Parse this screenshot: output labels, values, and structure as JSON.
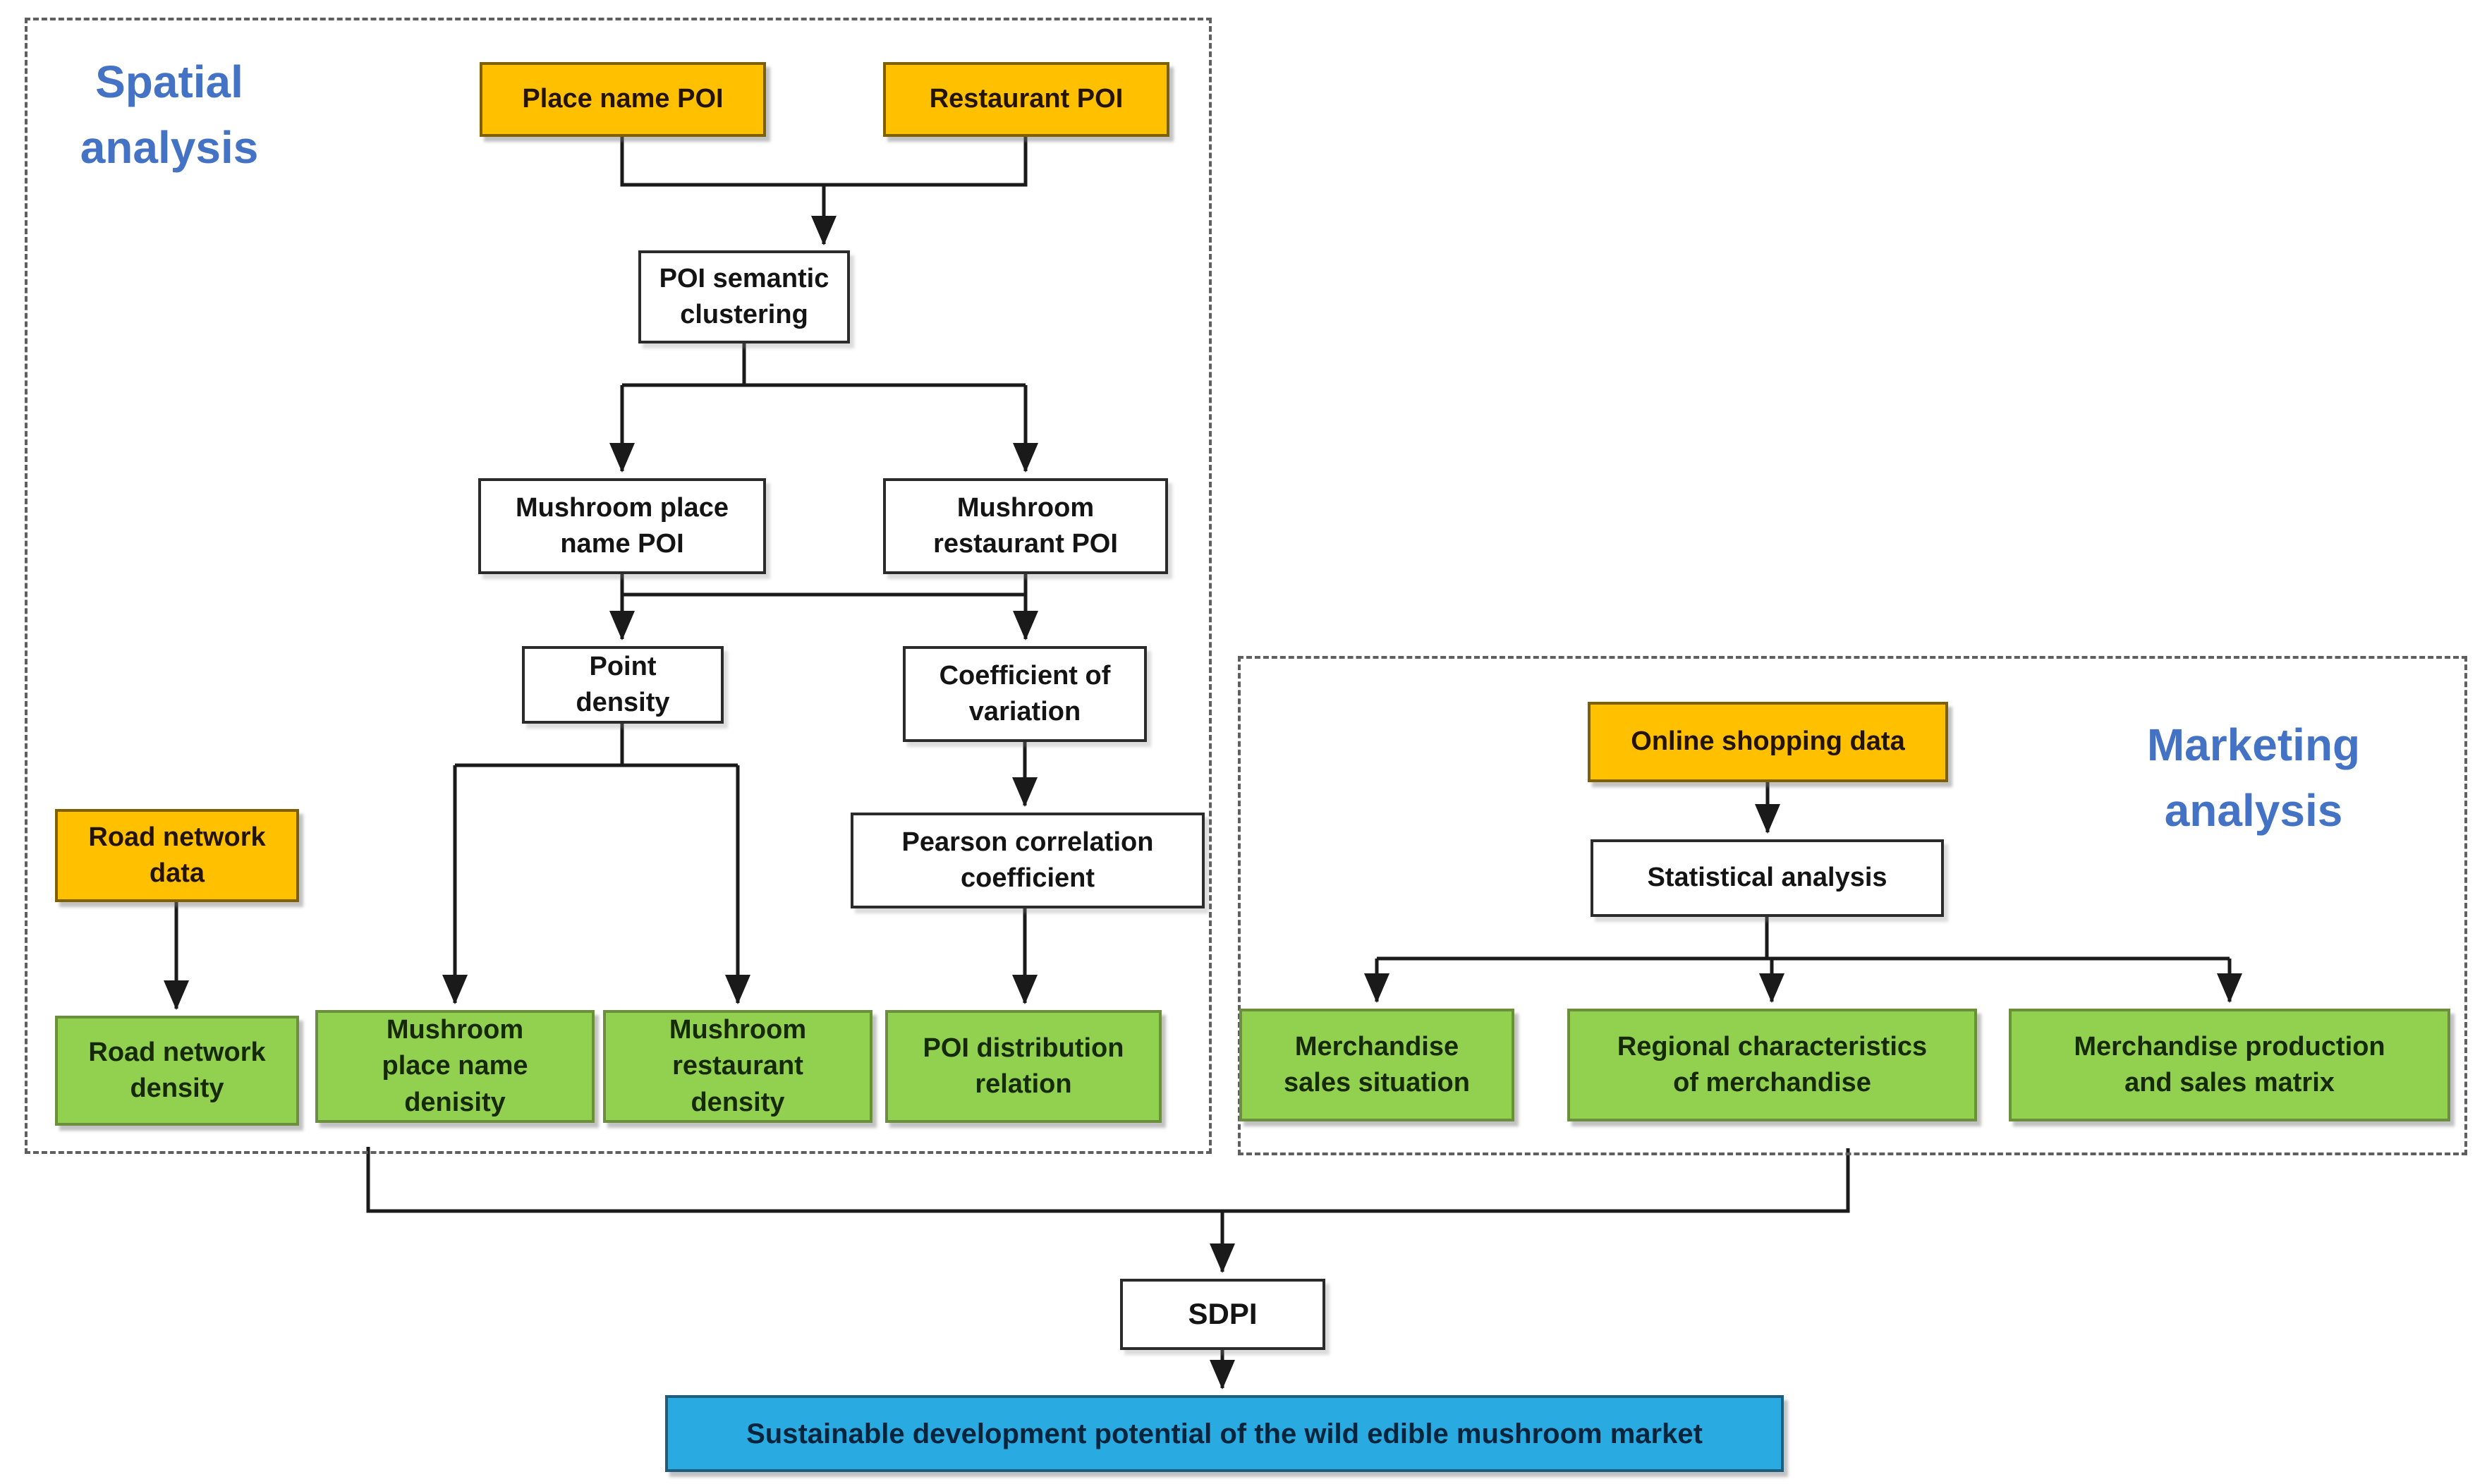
{
  "regions": {
    "spatial": {
      "label": "Spatial\nanalysis"
    },
    "marketing": {
      "label": "Marketing\nanalysis"
    }
  },
  "nodes": {
    "place_name_poi": {
      "label": "Place name POI"
    },
    "restaurant_poi": {
      "label": "Restaurant POI"
    },
    "poi_semantic_clustering": {
      "label": "POI semantic\nclustering"
    },
    "mushroom_place_name_poi": {
      "label": "Mushroom place\nname POI"
    },
    "mushroom_restaurant_poi": {
      "label": "Mushroom\nrestaurant POI"
    },
    "point_density": {
      "label": "Point\ndensity"
    },
    "coefficient_of_variation": {
      "label": "Coefficient of\nvariation"
    },
    "pearson_correlation": {
      "label": "Pearson correlation\ncoefficient"
    },
    "road_network_data": {
      "label": "Road network\ndata"
    },
    "road_network_density": {
      "label": "Road network\ndensity"
    },
    "mushroom_place_name_density": {
      "label": "Mushroom\nplace name\ndenisity"
    },
    "mushroom_restaurant_density": {
      "label": "Mushroom\nrestaurant\ndensity"
    },
    "poi_distribution_relation": {
      "label": "POI distribution\nrelation"
    },
    "online_shopping_data": {
      "label": "Online shopping data"
    },
    "statistical_analysis": {
      "label": "Statistical analysis"
    },
    "merchandise_sales_situation": {
      "label": "Merchandise\nsales situation"
    },
    "regional_characteristics": {
      "label": "Regional characteristics\nof merchandise"
    },
    "merchandise_production_matrix": {
      "label": "Merchandise production\nand sales matrix"
    },
    "sdpi": {
      "label": "SDPI"
    },
    "final_outcome": {
      "label": "Sustainable development potential of the wild edible mushroom market"
    }
  },
  "colors": {
    "input_box_fill": "#FFC000",
    "result_box_fill": "#92D050",
    "process_box_fill": "#FFFFFF",
    "final_box_fill": "#29ABE2",
    "region_label_blue": "#4472C4",
    "connector_line": "#1a1a1a",
    "dashed_border": "#5f5f5f"
  }
}
